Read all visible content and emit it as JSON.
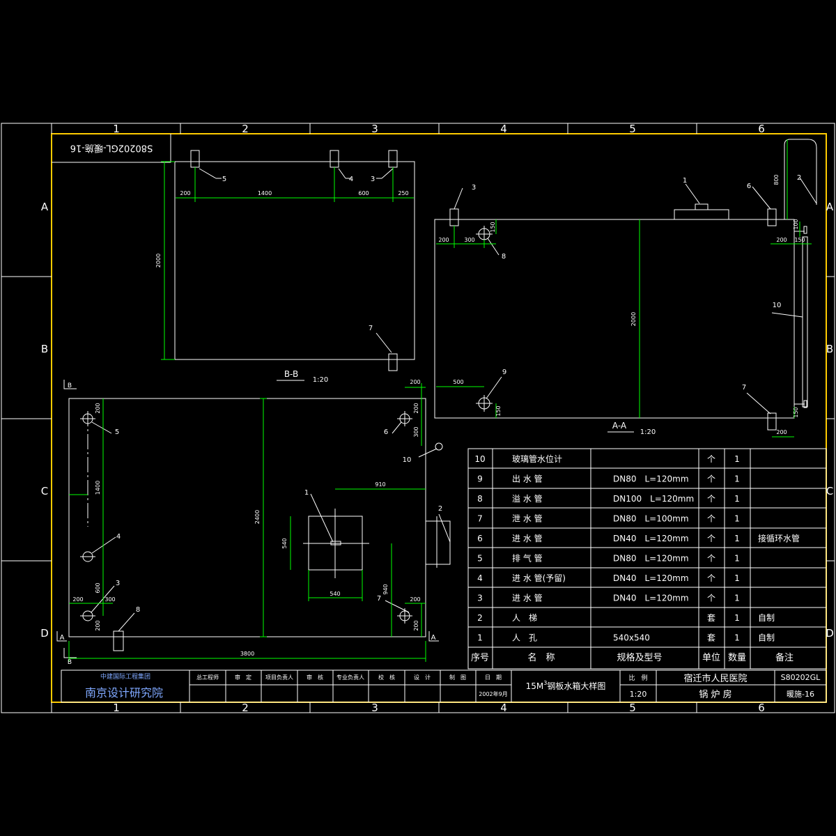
{
  "colors": {
    "background": "#000000",
    "outline": "#ffffff",
    "border": "#ffcc00",
    "dimension": "#00ff00",
    "text": "#ffffff",
    "company": "#7fa8ff"
  },
  "grid": {
    "cols": [
      "1",
      "2",
      "3",
      "4",
      "5",
      "6"
    ],
    "rows": [
      "A",
      "B",
      "C",
      "D"
    ]
  },
  "drawing_number_corner": "S80202GL-暖施-16",
  "section_bb": {
    "label": "B-B",
    "scale": "1:20",
    "dims": {
      "d200a": "200",
      "d1400": "1400",
      "d600": "600",
      "d250": "250",
      "d2000": "2000"
    },
    "tags": {
      "t5": "5",
      "t4": "4",
      "t3": "3",
      "t7": "7"
    }
  },
  "section_aa": {
    "label": "A-A",
    "scale": "1:20",
    "dims": {
      "d800": "800",
      "d200a": "200",
      "d300": "300",
      "d150a": "150",
      "d2000": "2000",
      "d100": "100",
      "d200b": "200",
      "d150b": "150",
      "d500": "500",
      "d150c": "150",
      "d150d": "150",
      "d200c": "200"
    },
    "tags": {
      "t1": "1",
      "t2": "2",
      "t3": "3",
      "t6": "6",
      "t8": "8",
      "t10": "10",
      "t9": "9",
      "t7": "7"
    }
  },
  "plan": {
    "section_mark_b": "B",
    "section_mark_a": "A",
    "dims": {
      "d200top": "200",
      "d200r1": "200",
      "d300": "300",
      "d200l": "200",
      "d1400": "1400",
      "d2400": "2400",
      "d910": "910",
      "d540v": "540",
      "d540h": "540",
      "d600": "600",
      "d940": "940",
      "d200b1": "200",
      "d300b": "300",
      "d200b2": "200",
      "d200b3": "200",
      "d200rb": "200",
      "d3800": "3800"
    },
    "tags": {
      "t5": "5",
      "t6": "6",
      "t10": "10",
      "t1": "1",
      "t2": "2",
      "t4": "4",
      "t3": "3",
      "t8": "8",
      "t7": "7"
    }
  },
  "parts_table": {
    "header": {
      "no": "序号",
      "name": "名　称",
      "spec": "规格及型号",
      "unit": "单位",
      "qty": "数量",
      "note": "备注"
    },
    "rows": [
      {
        "no": "10",
        "name": "玻璃管水位计",
        "spec": "",
        "unit": "个",
        "qty": "1",
        "note": ""
      },
      {
        "no": "9",
        "name": "出 水 管",
        "spec": "DN80　L=120mm",
        "unit": "个",
        "qty": "1",
        "note": ""
      },
      {
        "no": "8",
        "name": "溢 水 管",
        "spec": "DN100　L=120mm",
        "unit": "个",
        "qty": "1",
        "note": ""
      },
      {
        "no": "7",
        "name": "泄 水 管",
        "spec": "DN80　L=100mm",
        "unit": "个",
        "qty": "1",
        "note": ""
      },
      {
        "no": "6",
        "name": "进 水 管",
        "spec": "DN40　L=120mm",
        "unit": "个",
        "qty": "1",
        "note": "接循环水管"
      },
      {
        "no": "5",
        "name": "排 气 管",
        "spec": "DN80　L=120mm",
        "unit": "个",
        "qty": "1",
        "note": ""
      },
      {
        "no": "4",
        "name": "进 水 管(予留)",
        "spec": "DN40　L=120mm",
        "unit": "个",
        "qty": "1",
        "note": ""
      },
      {
        "no": "3",
        "name": "进 水 管",
        "spec": "DN40　L=120mm",
        "unit": "个",
        "qty": "1",
        "note": ""
      },
      {
        "no": "2",
        "name": "人　梯",
        "spec": "",
        "unit": "套",
        "qty": "1",
        "note": "自制"
      },
      {
        "no": "1",
        "name": "人　孔",
        "spec": "540x540",
        "unit": "套",
        "qty": "1",
        "note": "自制"
      }
    ]
  },
  "title_block": {
    "company_group": "中建国际工程集团",
    "company": "南京设计研究院",
    "roles": [
      "总工程师",
      "审　定",
      "项目负责人",
      "审　核",
      "专业负责人",
      "校　核",
      "设　计",
      "制　图",
      "日　期"
    ],
    "date": "2002年9月",
    "drawing_title_prefix": "15M",
    "drawing_title_sup": "3",
    "drawing_title_suffix": "钢板水箱大样图",
    "scale_label": "比　例",
    "scale_value": "1:20",
    "client": "宿迁市人民医院",
    "building": "锅 炉 房",
    "project_no": "S80202GL",
    "sheet_no": "暖施-16"
  }
}
